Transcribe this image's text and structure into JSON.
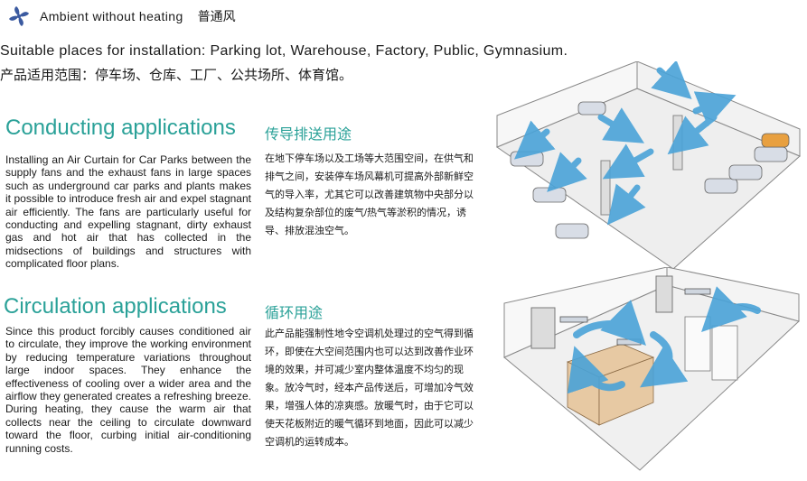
{
  "header": {
    "title_en": "Ambient without heating",
    "title_cn": "普通风",
    "icon": "fan-icon"
  },
  "suitable": {
    "en": "Suitable places for installation: Parking lot, Warehouse, Factory, Public, Gymnasium.",
    "cn": "产品适用范围：停车场、仓库、工厂、公共场所、体育馆。"
  },
  "conducting": {
    "title_en": "Conducting applications",
    "title_cn": "传导排送用途",
    "text_en": "Installing an Air Curtain for Car Parks between the supply fans and the exhaust fans in large spaces such as underground car parks and plants makes it possible to introduce fresh air and expel stagnant air efficiently. The fans are particularly useful for conducting and expelling stagnant, dirty exhaust gas and hot air that has collected in the midsections of buildings and structures with complicated floor plans.",
    "text_cn": "在地下停车场以及工场等大范围空间，在供气和排气之间，安装停车场风幕机可提高外部新鲜空气的导入率，尤其它可以改善建筑物中央部分以及结构复杂部位的废气/热气等淤积的情况，诱导、排放混浊空气。"
  },
  "circulation": {
    "title_en": "Circulation applications",
    "title_cn": "循环用途",
    "text_en": "Since this product forcibly causes conditioned air to circulate, they improve the working environment by reducing temperature variations throughout large indoor spaces. They enhance the effectiveness of cooling over a wider area and the airflow they generated creates a refreshing breeze. During heating, they cause the warm air that collects near the ceiling to circulate downward toward the floor, curbing initial air-conditioning running costs.",
    "text_cn": "此产品能强制性地令空调机处理过的空气得到循环，即使在大空间范围内也可以达到改善作业环境的效果，并可减少室内整体温度不均匀的现象。放冷气时，经本产品传送后，可增加冷气效果，增强人体的凉爽感。放暖气时，由于它可以使天花板附近的暖气循环到地面，因此可以减少空调机的运转成本。"
  },
  "colors": {
    "accent": "#2aa198",
    "arrow": "#4aa3d8",
    "icon": "#3b5aa0"
  }
}
